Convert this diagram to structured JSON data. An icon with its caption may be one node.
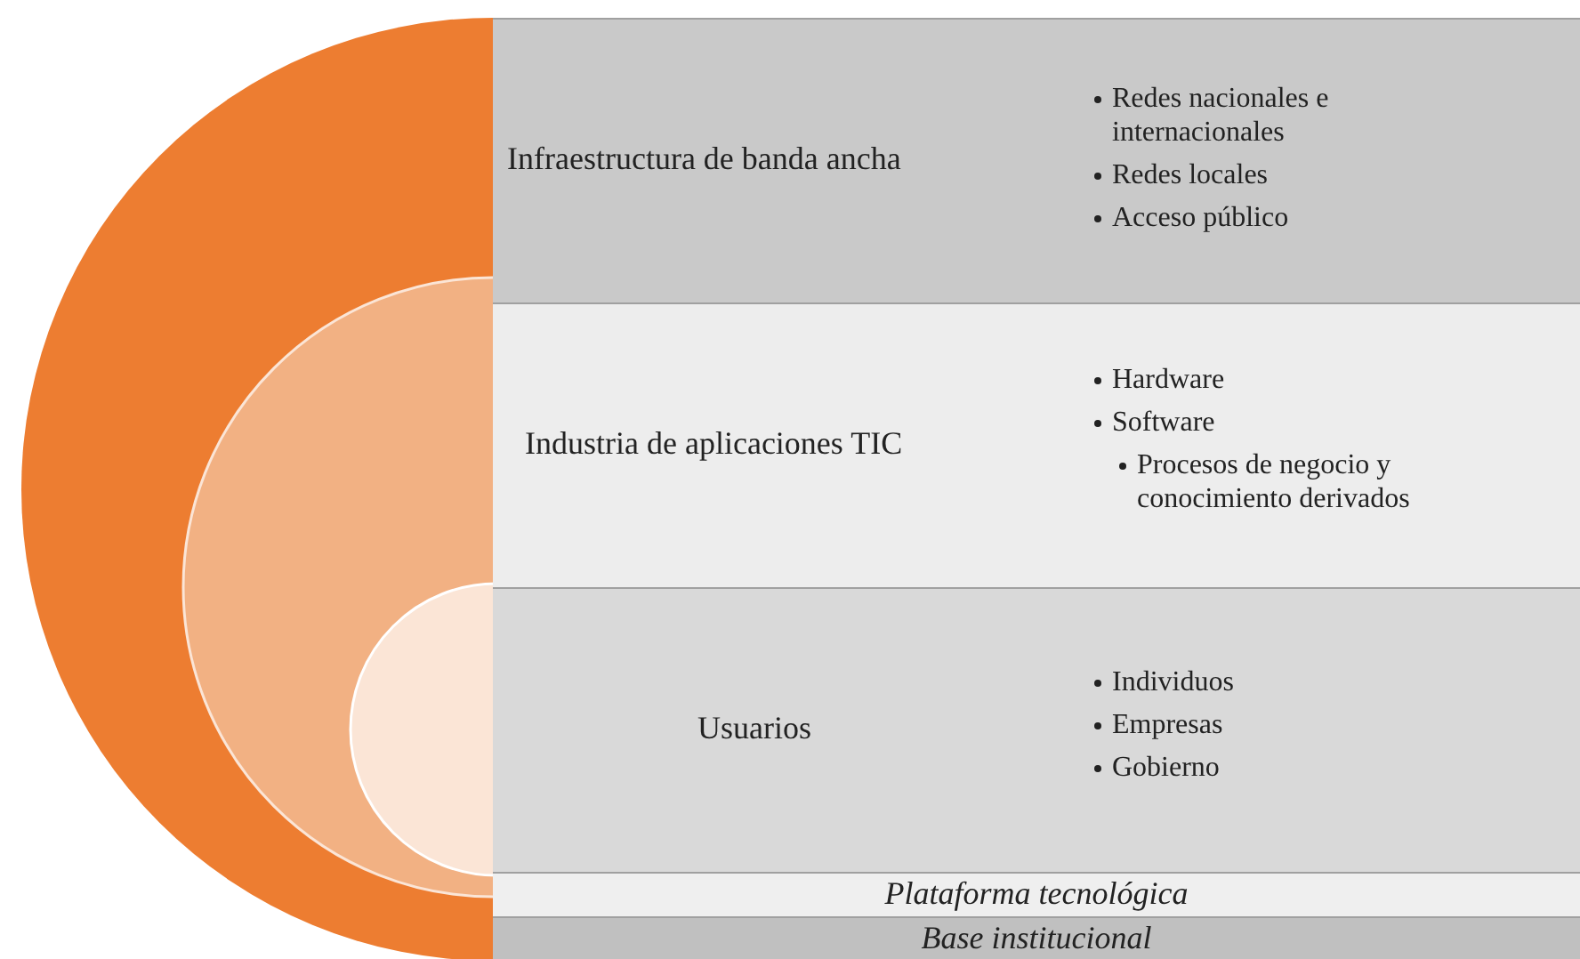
{
  "diagram": {
    "nodes": [
      {
        "text": [
          "Infraestructura de banda ancha",
          "Redes nacionales e internacionales",
          "Redes locales",
          "Acceso público"
        ]
      },
      {
        "text": [
          "Industria de aplicaciones TIC",
          "Hardware",
          "Software",
          "Procesos de negocio y conocimiento derivados"
        ]
      },
      {
        "text": [
          "Usuarios",
          "Individuos",
          "Empresas",
          "Gobierno"
        ]
      },
      {
        "text": [
          "Plataforma tecnológica"
        ]
      },
      {
        "text": [
          "Base institucional"
        ]
      }
    ]
  }
}
